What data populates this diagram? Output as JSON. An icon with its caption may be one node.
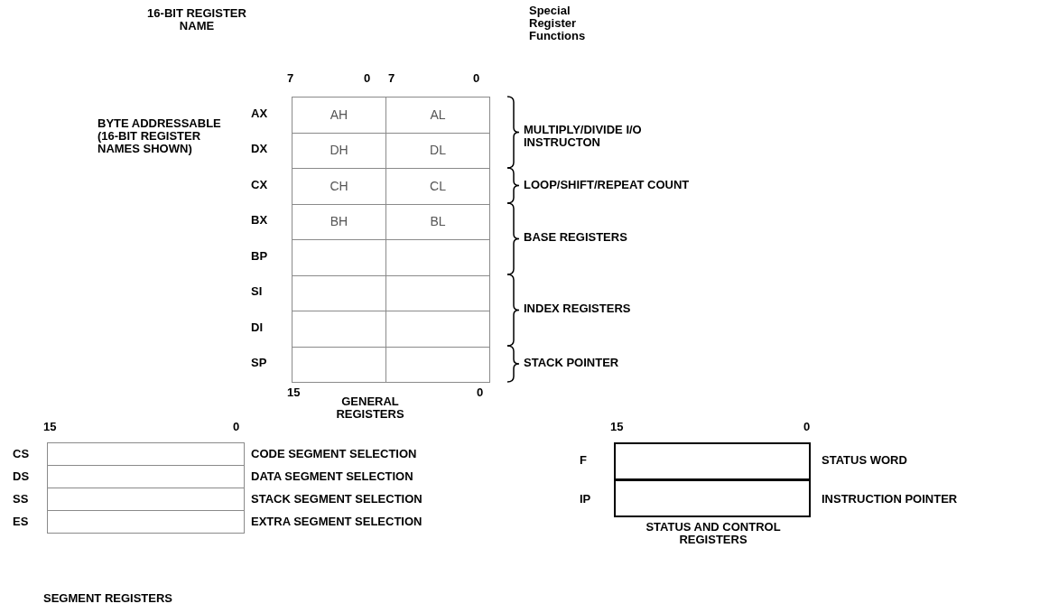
{
  "diagram": {
    "nodes": [
      {
        "text": [
          "AH"
        ]
      },
      {
        "text": [
          "AL"
        ]
      },
      {
        "text": [
          "DH"
        ]
      },
      {
        "text": [
          "DL"
        ]
      },
      {
        "text": [
          "CH"
        ]
      },
      {
        "text": [
          "CL"
        ]
      },
      {
        "text": [
          "BH"
        ]
      },
      {
        "text": [
          "BL"
        ]
      },
      {
        "text": [],
        "shape": "box"
      },
      {
        "text": [],
        "shape": "box"
      },
      {
        "text": [],
        "shape": "box"
      },
      {
        "text": [],
        "shape": "box"
      },
      {
        "text": [],
        "shape": "box"
      },
      {
        "text": [],
        "shape": "box"
      },
      {
        "text": [],
        "shape": "box"
      },
      {
        "text": [],
        "shape": "box"
      },
      {
        "text": [],
        "shape": "box"
      },
      {
        "text": [],
        "shape": "box"
      },
      {
        "text": [],
        "shape": "box"
      },
      {
        "text": [],
        "shape": "box"
      },
      {
        "text": [],
        "shape": "box"
      },
      {
        "text": [],
        "shape": "box"
      }
    ],
    "edges": [],
    "labels": [
      "16-BIT REGISTER NAME",
      "Special Register Functions",
      "7",
      "0",
      "7",
      "0",
      "BYTE ADDRESSABLE (16-BIT REGISTER NAMES SHOWN)",
      "AX",
      "MULTIPLY/DIVIDE I/O INSTRUCTON",
      "DX",
      "CX",
      "LOOP/SHIFT/REPEAT COUNT",
      "BX",
      "BASE REGISTERS",
      "BP",
      "SI",
      "INDEX REGISTERS",
      "DI",
      "SP",
      "STACK POINTER",
      "15",
      "GENERAL REGISTERS",
      "0",
      "15",
      "0",
      "15",
      "0",
      "CS",
      "CODE SEGMENT SELECTION",
      "F",
      "STATUS WORD",
      "DS",
      "DATA SEGMENT SELECTION",
      "SS",
      "STACK SEGMENT SELECTION",
      "IP",
      "INSTRUCTION POINTER",
      "STATUS AND CONTROL REGISTERS",
      "ES",
      "EXTRA SEGMENT SELECTION",
      "SEGMENT REGISTERS"
    ]
  }
}
